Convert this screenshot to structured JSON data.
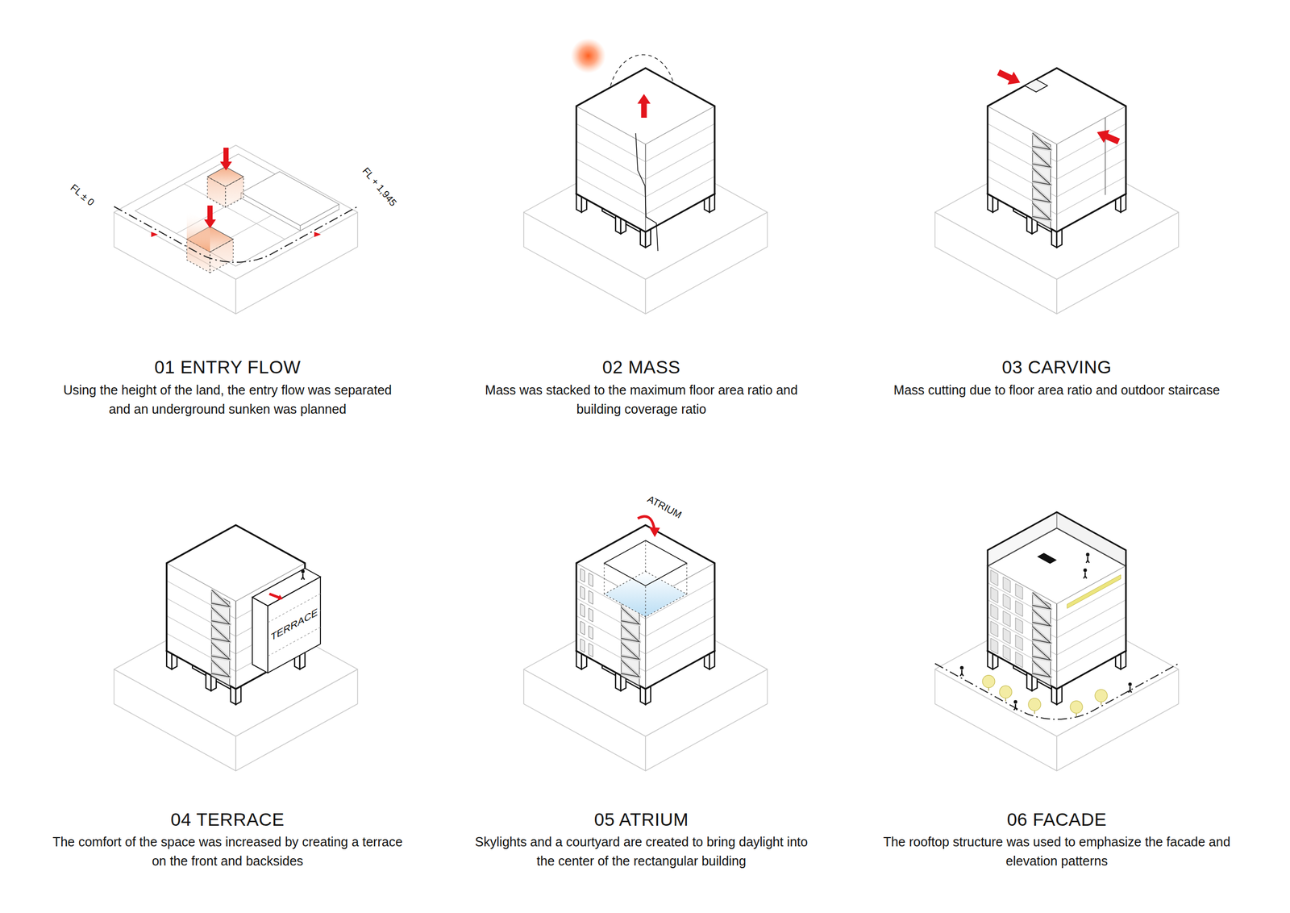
{
  "diagram": {
    "labels": [
      "01 ENTRY FLOW",
      "Using the height of the land, the entry flow was separated and an underground sunken was planned",
      "02 MASS",
      "Mass was stacked to the maximum floor area ratio and building coverage ratio",
      "03 CARVING",
      "Mass cutting due to floor area ratio and outdoor staircase",
      "04 TERRACE",
      "The comfort of the space was increased by creating a terrace on the front and backsides",
      "05 ATRIUM",
      "Skylights and a courtyard are created to bring daylight into the center of the rectangular building",
      "06 FACADE",
      "The rooftop structure was used to emphasize the facade and elevation patterns",
      "FL ± 0",
      "FL + 1,945",
      "TERRACE",
      "ATRIUM"
    ]
  }
}
